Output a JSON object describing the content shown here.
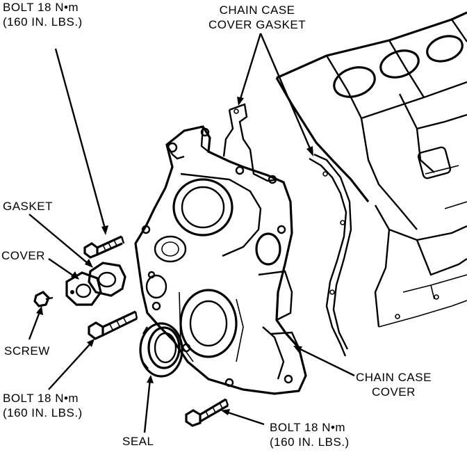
{
  "labels": {
    "bolt_top": {
      "line1": "BOLT 18 N•m",
      "line2": "(160 IN. LBS.)"
    },
    "chain_gasket": {
      "line1": "CHAIN CASE",
      "line2": "COVER GASKET"
    },
    "gasket": {
      "line1": "GASKET"
    },
    "cover": {
      "line1": "COVER"
    },
    "screw": {
      "line1": "SCREW"
    },
    "bolt_left": {
      "line1": "BOLT 18 N•m",
      "line2": "(160 IN. LBS.)"
    },
    "seal": {
      "line1": "SEAL"
    },
    "chain_cover": {
      "line1": "CHAIN CASE",
      "line2": "COVER"
    },
    "bolt_bottom": {
      "line1": "BOLT 18 N•m",
      "line2": "(160 IN. LBS.)"
    }
  }
}
